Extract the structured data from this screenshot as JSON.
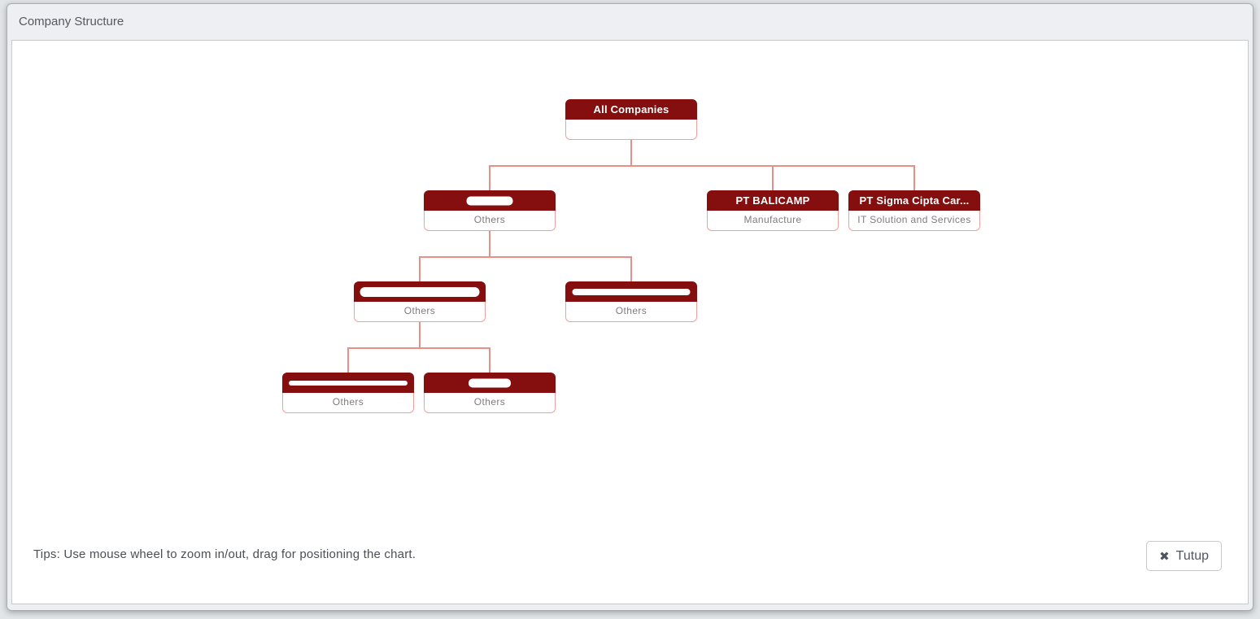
{
  "dialog": {
    "title": "Company Structure",
    "tips": "Tips: Use mouse wheel to zoom in/out, drag for positioning the chart.",
    "close_button": {
      "icon": "✖",
      "label": "Tutup"
    }
  },
  "colors": {
    "node_header": "#850e0e",
    "connector": "#ea8e88",
    "node_body_border": "#f0a09a"
  },
  "org_chart": {
    "nodes": [
      {
        "id": "root",
        "title": "All Companies",
        "subtitle": "",
        "redacted": false
      },
      {
        "id": "l2a",
        "title": "",
        "subtitle": "Others",
        "redacted": true
      },
      {
        "id": "l2b",
        "title": "PT BALICAMP",
        "subtitle": "Manufacture",
        "redacted": false
      },
      {
        "id": "l2c",
        "title": "PT Sigma Cipta Car...",
        "subtitle": "IT Solution and Services",
        "redacted": false
      },
      {
        "id": "l3a",
        "title": "",
        "subtitle": "Others",
        "redacted": true
      },
      {
        "id": "l3b",
        "title": "",
        "subtitle": "Others",
        "redacted": true
      },
      {
        "id": "l4a",
        "title": "",
        "subtitle": "Others",
        "redacted": true
      },
      {
        "id": "l4b",
        "title": "",
        "subtitle": "Others",
        "redacted": true
      }
    ],
    "edges": [
      "root->l2a",
      "root->l2b",
      "root->l2c",
      "l2a->l3a",
      "l2a->l3b",
      "l3a->l4a",
      "l3a->l4b"
    ]
  }
}
